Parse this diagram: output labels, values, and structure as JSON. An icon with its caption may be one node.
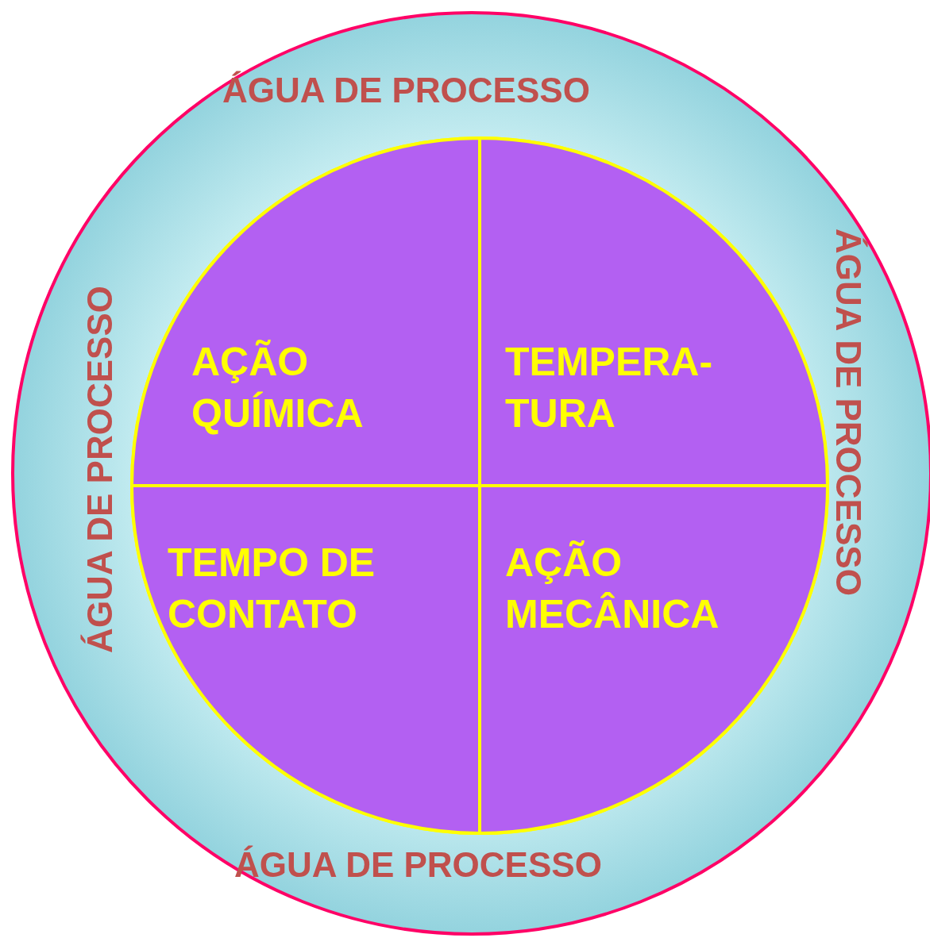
{
  "diagram": {
    "nodes": [
      {
        "text": [
          "ÁGUA DE PROCESSO",
          "ÁGUA DE PROCESSO",
          "ÁGUA DE PROCESSO",
          "ÁGUA DE PROCESSO"
        ]
      },
      {
        "text": [],
        "shape": "circle",
        "in": 0
      },
      {
        "text": [
          "AÇÃO QUÍMICA"
        ],
        "in": 1
      },
      {
        "text": [
          "TEMPERA- TURA"
        ],
        "in": 1
      },
      {
        "text": [
          "TEMPO DE CONTATO"
        ],
        "in": 1
      },
      {
        "text": [
          "AÇÃO MECÂNICA"
        ],
        "in": 1
      }
    ]
  }
}
